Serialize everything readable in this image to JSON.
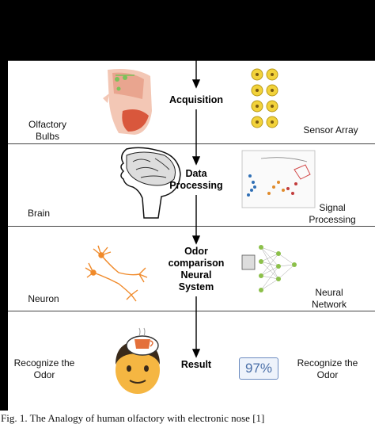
{
  "rows": [
    {
      "left_label": "Olfactory\nBulbs",
      "step": "Acquisition",
      "right_label": "Sensor Array"
    },
    {
      "left_label": "Brain",
      "step": "Data\nProcessing",
      "right_label": "Signal\nProcessing"
    },
    {
      "left_label": "Neuron",
      "step": "Odor\ncomparison\nNeural\nSystem",
      "right_label": "Neural\nNetwork"
    },
    {
      "left_label": "Recognize the\nOdor",
      "step": "Result",
      "right_label": "Recognize the\nOdor"
    }
  ],
  "recognition_value": "97%",
  "caption": "Fig. 1.  The Analogy of human olfactory with electronic nose [1]",
  "colors": {
    "arrow": "#000000",
    "divider": "#444444",
    "face": "#f5b642",
    "hair": "#3a2a1a",
    "cup": "#e4703a"
  }
}
